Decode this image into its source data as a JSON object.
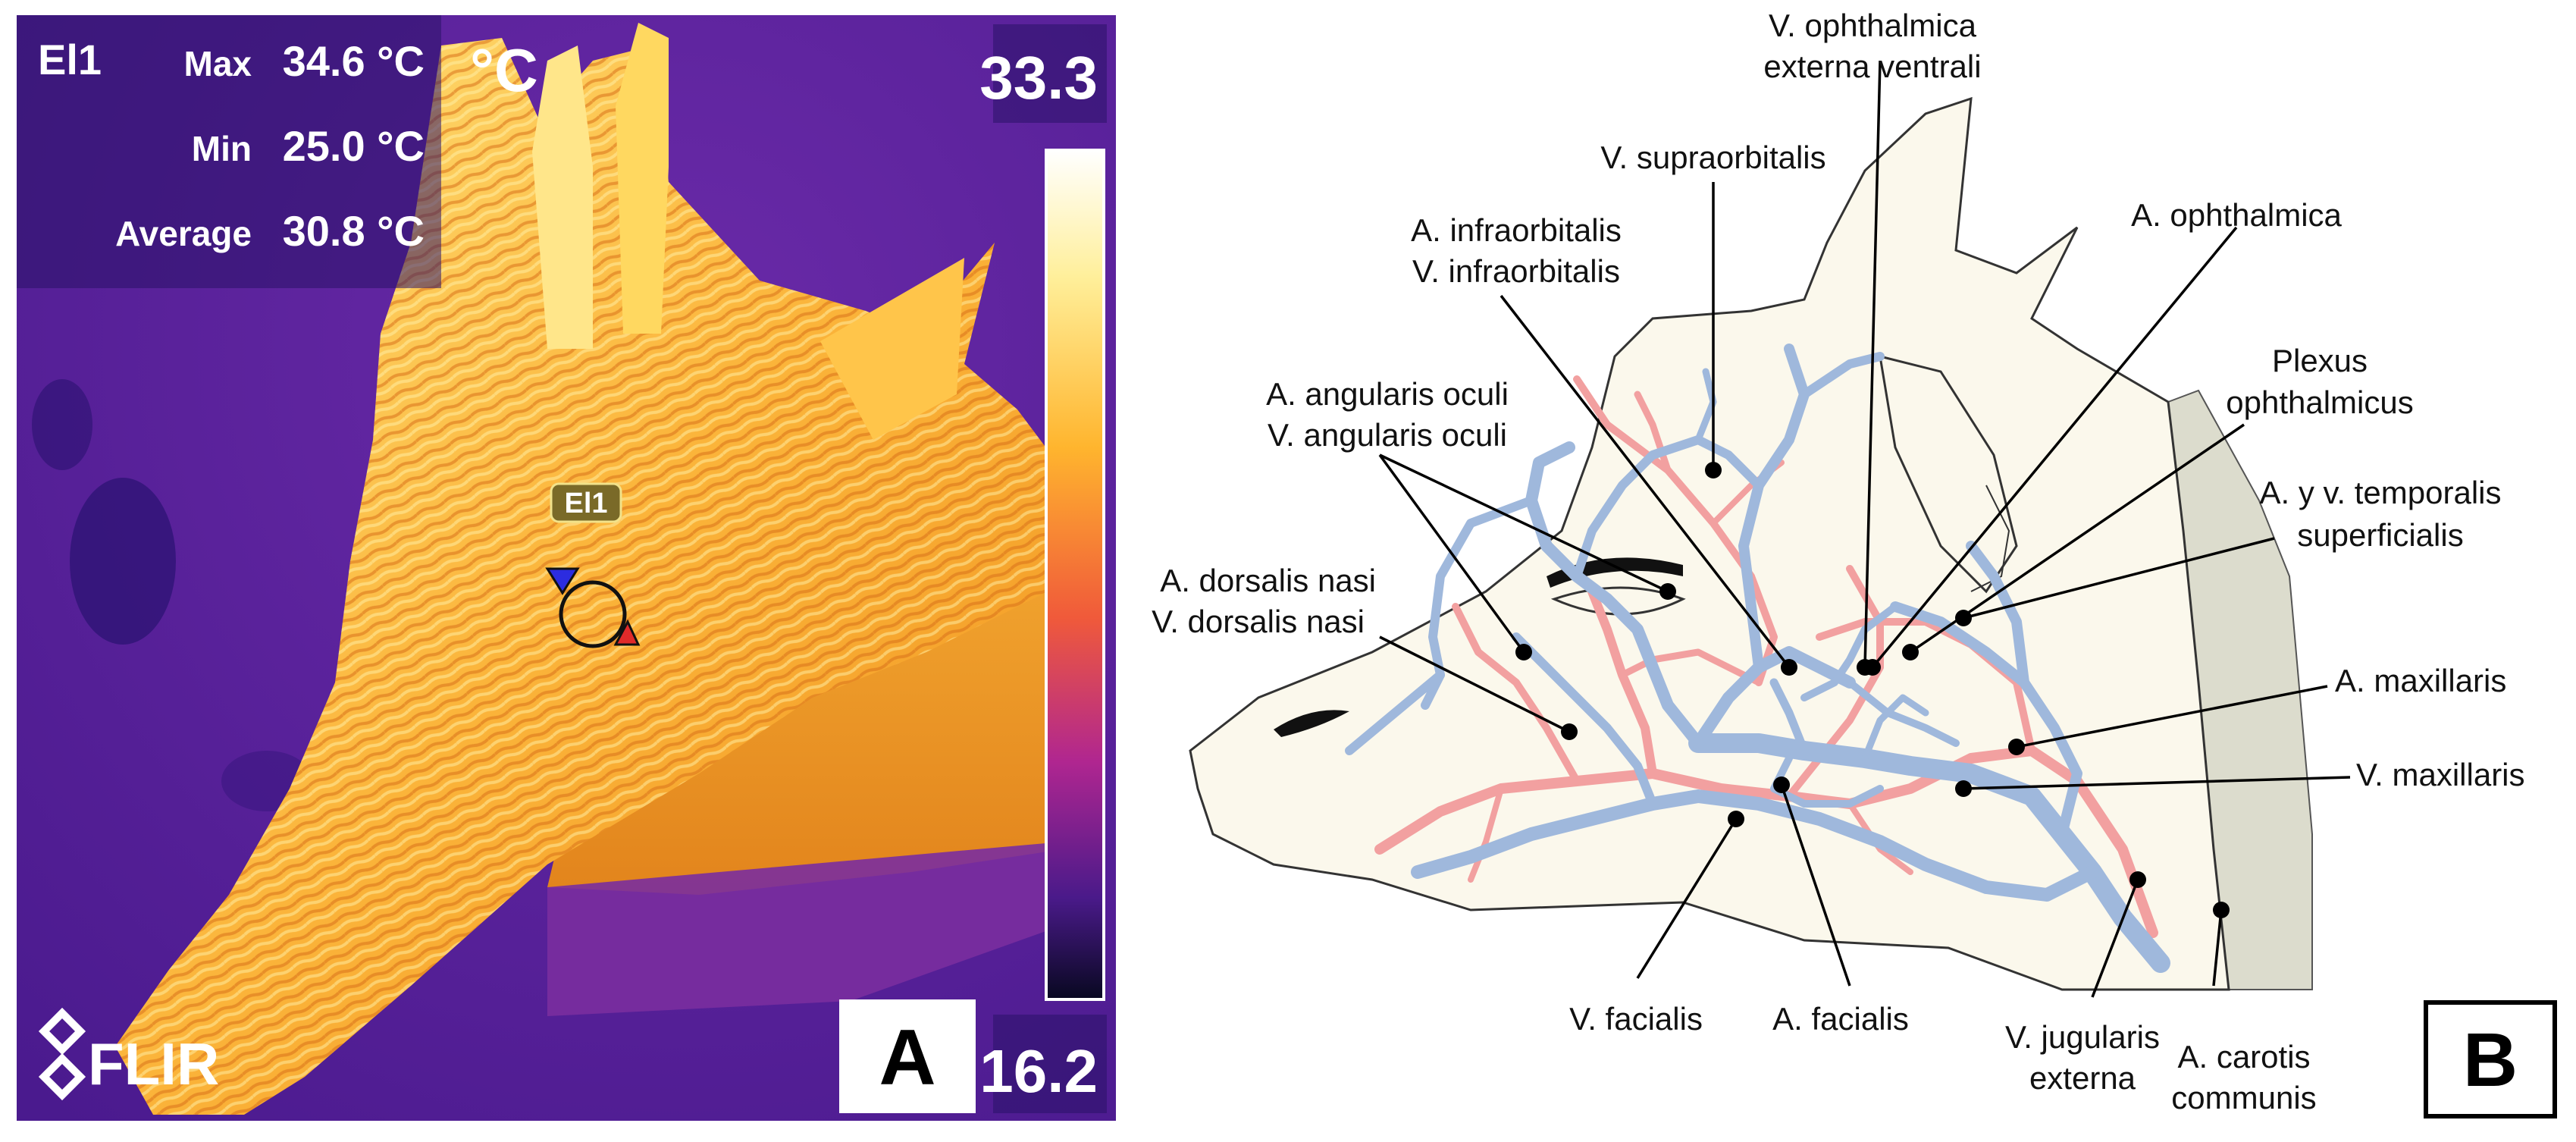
{
  "panel_a": {
    "spot_id": "El1",
    "stats": [
      {
        "label": "Max",
        "value": "34.6 °C"
      },
      {
        "label": "Min",
        "value": "25.0 °C"
      },
      {
        "label": "Average",
        "value": "30.8 °C"
      }
    ],
    "unit": "°C",
    "scale_max": "33.3",
    "scale_min": "16.2",
    "spot_marker_label": "El1",
    "brand": "FLIR",
    "panel_letter": "A",
    "colors": {
      "background": "#5a1f9e",
      "hot": "#ffd84a",
      "mid": "#f08a1e"
    }
  },
  "panel_b": {
    "panel_letter": "B",
    "labels": {
      "v_ophthalmica_1": "V. ophthalmica",
      "v_ophthalmica_2": "externa ventrali",
      "v_supraorbitalis": "V. supraorbitalis",
      "a_infraorbitalis_1": "A. infraorbitalis",
      "a_infraorbitalis_2": "V. infraorbitalis",
      "a_ophthalmica": "A. ophthalmica",
      "plexus_1": "Plexus",
      "plexus_2": "ophthalmicus",
      "a_angularis_1": "A. angularis oculi",
      "a_angularis_2": "V. angularis oculi",
      "temporalis_1": "A. y v. temporalis",
      "temporalis_2": "superficialis",
      "dorsalis_1": "A. dorsalis nasi",
      "dorsalis_2": "V. dorsalis nasi",
      "a_maxillaris": "A. maxillaris",
      "v_maxillaris": "V. maxillaris",
      "v_facialis": "V. facialis",
      "a_facialis": "A. facialis",
      "v_jugularis_1": "V. jugularis",
      "v_jugularis_2": "externa",
      "a_carotis_1": "A. carotis",
      "a_carotis_2": "communis"
    },
    "colors": {
      "vein": "#9fb8dc",
      "artery": "#f2a0a0",
      "skin": "#fbf8ec",
      "neck": "#dcdccd"
    }
  }
}
